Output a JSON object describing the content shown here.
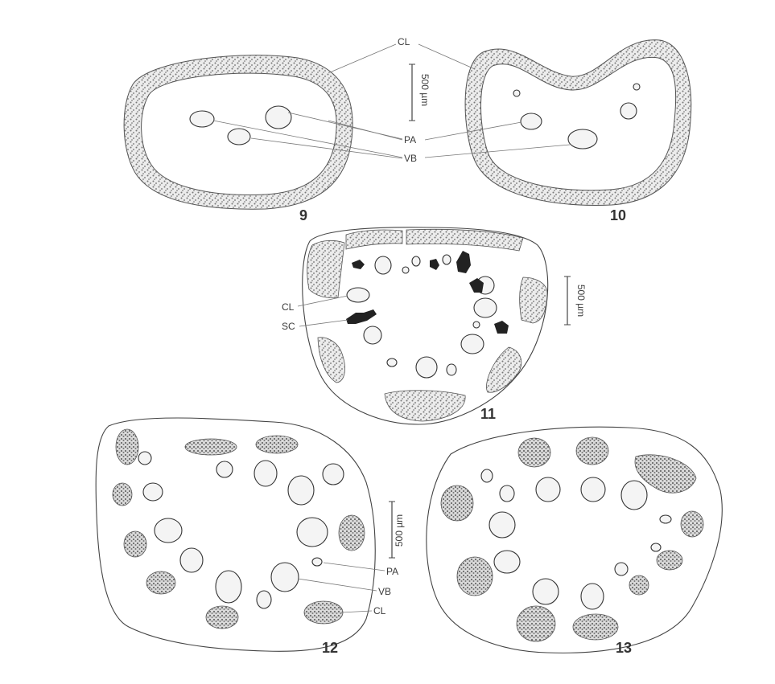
{
  "figures": [
    {
      "number": "9"
    },
    {
      "number": "10"
    },
    {
      "number": "11"
    },
    {
      "number": "12"
    },
    {
      "number": "13"
    }
  ],
  "labels": {
    "cl": "CL",
    "pa": "PA",
    "vb": "VB",
    "sc": "SC"
  },
  "scale_bars": [
    {
      "text": "500 µm"
    },
    {
      "text": "500 µm"
    },
    {
      "text": "500 µm"
    }
  ]
}
